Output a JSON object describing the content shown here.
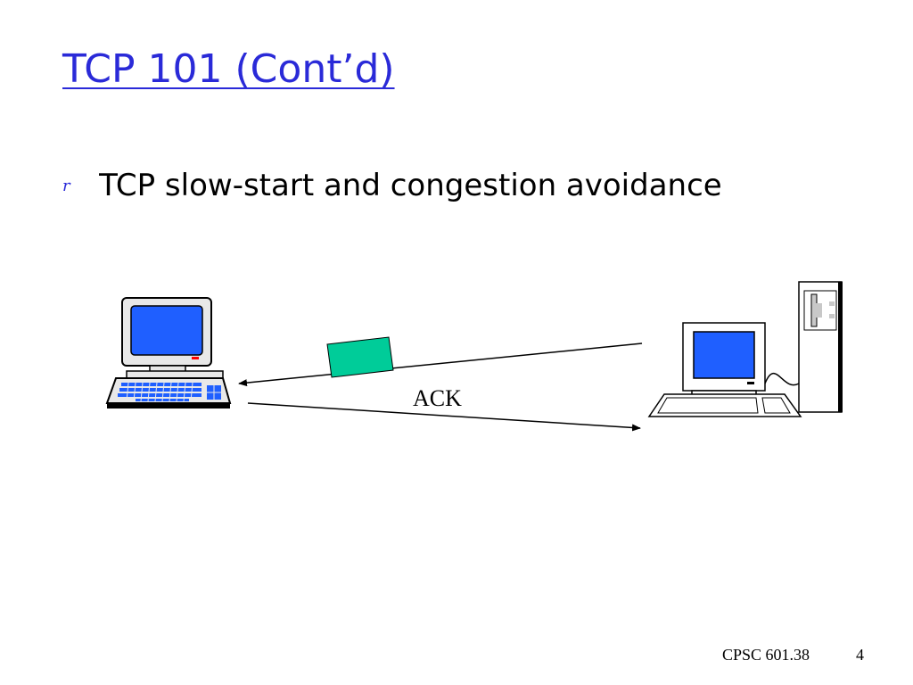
{
  "slide": {
    "title": "TCP 101 (Cont’d)",
    "bullet_marker": "r",
    "bullet_text": "TCP slow-start and congestion avoidance"
  },
  "diagram": {
    "ack_label": "ACK",
    "left_node": "desktop-computer-icon",
    "right_node": "tower-computer-icon",
    "packet_color": "#00cc99",
    "screen_color": "#1f5fff"
  },
  "footer": {
    "course": "CPSC 601.38",
    "page": "4"
  }
}
